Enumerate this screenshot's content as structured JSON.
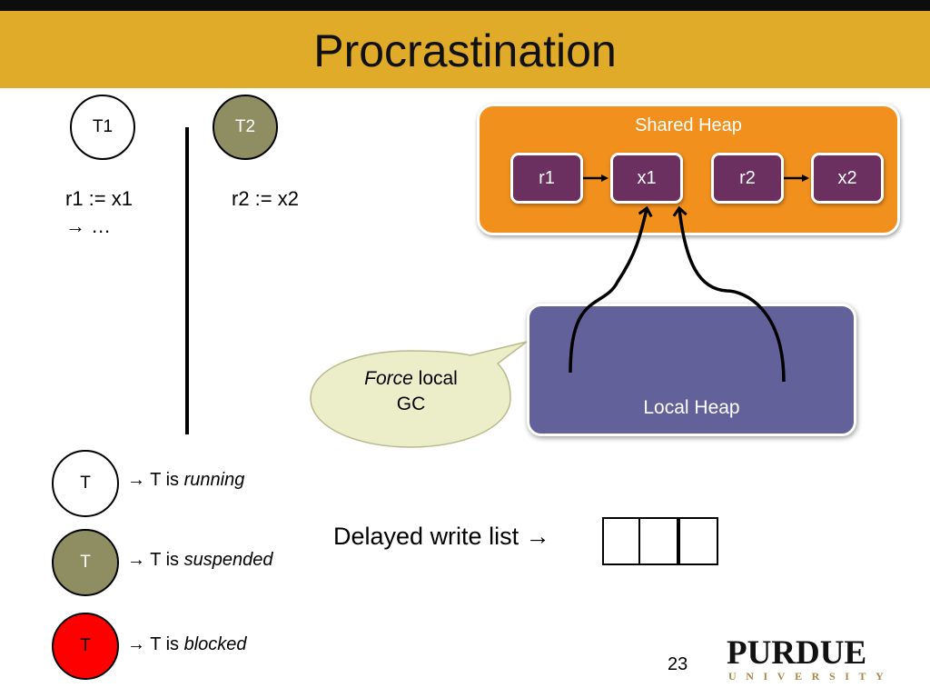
{
  "title": "Procrastination",
  "threads": {
    "t1": {
      "label": "T1",
      "state_color": "#ffffff",
      "code": [
        "r1 := x1",
        "→ …"
      ]
    },
    "t2": {
      "label": "T2",
      "state_color": "#8f8e63",
      "code": [
        "r2 := x2"
      ]
    }
  },
  "shared_heap": {
    "label": "Shared Heap",
    "nodes": [
      "r1",
      "x1",
      "r2",
      "x2"
    ],
    "color": "#f2901e",
    "node_color": "#6b2f60"
  },
  "local_heap": {
    "label": "Local Heap",
    "color": "#63619a"
  },
  "callout": {
    "italic": "Force",
    "rest": " local",
    "line2": "GC",
    "color": "#ecedc9"
  },
  "legend": [
    {
      "circle_label": "T",
      "prefix": "→ T is ",
      "state": "running",
      "color": "#ffffff"
    },
    {
      "circle_label": "T",
      "prefix": "→ T is ",
      "state": "suspended",
      "color": "#8f8e63"
    },
    {
      "circle_label": "T",
      "prefix": "→ T is ",
      "state": "blocked",
      "color": "#ff0000"
    }
  ],
  "delayed_write_list": {
    "label": "Delayed write list →",
    "slots": 3
  },
  "page_number": "23",
  "logo": {
    "name": "PURDUE",
    "sub": "UNIVERSITY"
  },
  "colors": {
    "title_bar": "#e0ab28",
    "top_strip": "#0d0d0d"
  }
}
